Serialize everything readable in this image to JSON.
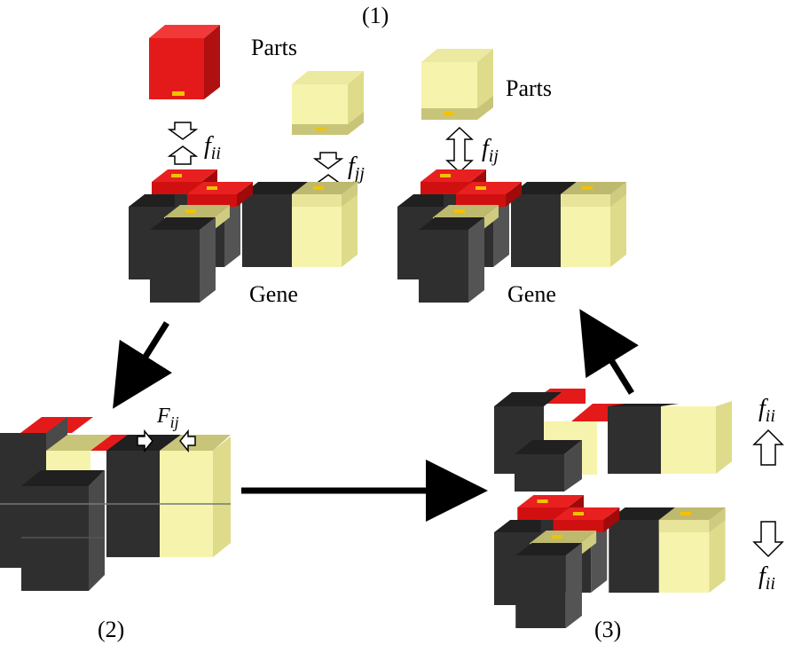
{
  "step_labels": {
    "step1": "(1)",
    "step2": "(2)",
    "step3": "(3)"
  },
  "labels": {
    "parts_left": "Parts",
    "parts_right": "Parts",
    "gene_left": "Gene",
    "gene_right": "Gene"
  },
  "forces": {
    "f_ii_top": {
      "base": "f",
      "sub": "ii"
    },
    "f_jj": {
      "base": "f",
      "sub": "jj"
    },
    "f_ij": {
      "base": "f",
      "sub": "ij"
    },
    "F_ij": {
      "base": "F",
      "sub": "ij"
    },
    "f_ii_up": {
      "base": "f",
      "sub": "ii"
    },
    "f_ii_down": {
      "base": "f",
      "sub": "ii"
    }
  },
  "colors": {
    "red_part": "#e41a1a",
    "yellow_part": "#f5f3a8",
    "dark_block": "#3a3a3a",
    "marker": "#f2c200",
    "arrow": "#000000"
  },
  "icons": [
    "up-arrow-icon",
    "down-arrow-icon",
    "double-arrow-icon",
    "right-arrow-icon",
    "left-arrow-icon"
  ]
}
